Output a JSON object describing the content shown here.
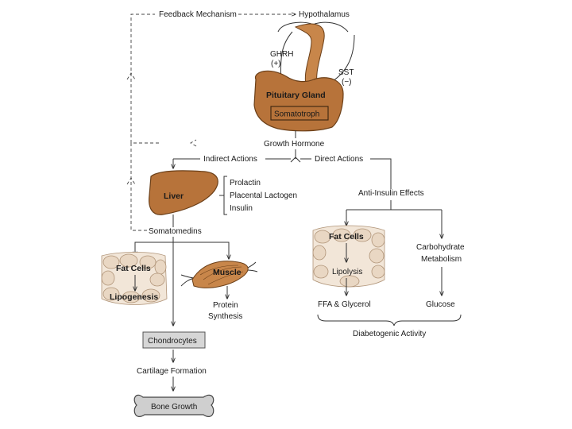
{
  "labels": {
    "feedback": "Feedback Mechanism",
    "hypothalamus": "Hypothalamus",
    "ghrh": "GHRH",
    "ghrh_sign": "(+)",
    "sst": "SST",
    "sst_sign": "(−)",
    "pituitary": "Pituitary Gland",
    "somatotroph": "Somatotroph",
    "growth_hormone": "Growth Hormone",
    "indirect": "Indirect Actions",
    "direct": "Direct Actions",
    "liver": "Liver",
    "prolactin": "Prolactin",
    "placental_lactogen": "Placental Lactogen",
    "insulin": "Insulin",
    "somatomedins": "Somatomedins",
    "anti_insulin": "Anti-Insulin Effects",
    "fat_cells_left": "Fat Cells",
    "lipogenesis": "Lipogenesis",
    "muscle": "Muscle",
    "protein": "Protein",
    "synthesis": "Synthesis",
    "chondrocytes": "Chondrocytes",
    "cartilage": "Cartilage Formation",
    "bone_growth": "Bone Growth",
    "fat_cells_right": "Fat Cells",
    "lipolysis": "Lipolysis",
    "carbohydrate": "Carbohydrate",
    "metabolism": "Metabolism",
    "ffa": "FFA & Glycerol",
    "glucose": "Glucose",
    "diabetogenic": "Diabetogenic Activity"
  }
}
